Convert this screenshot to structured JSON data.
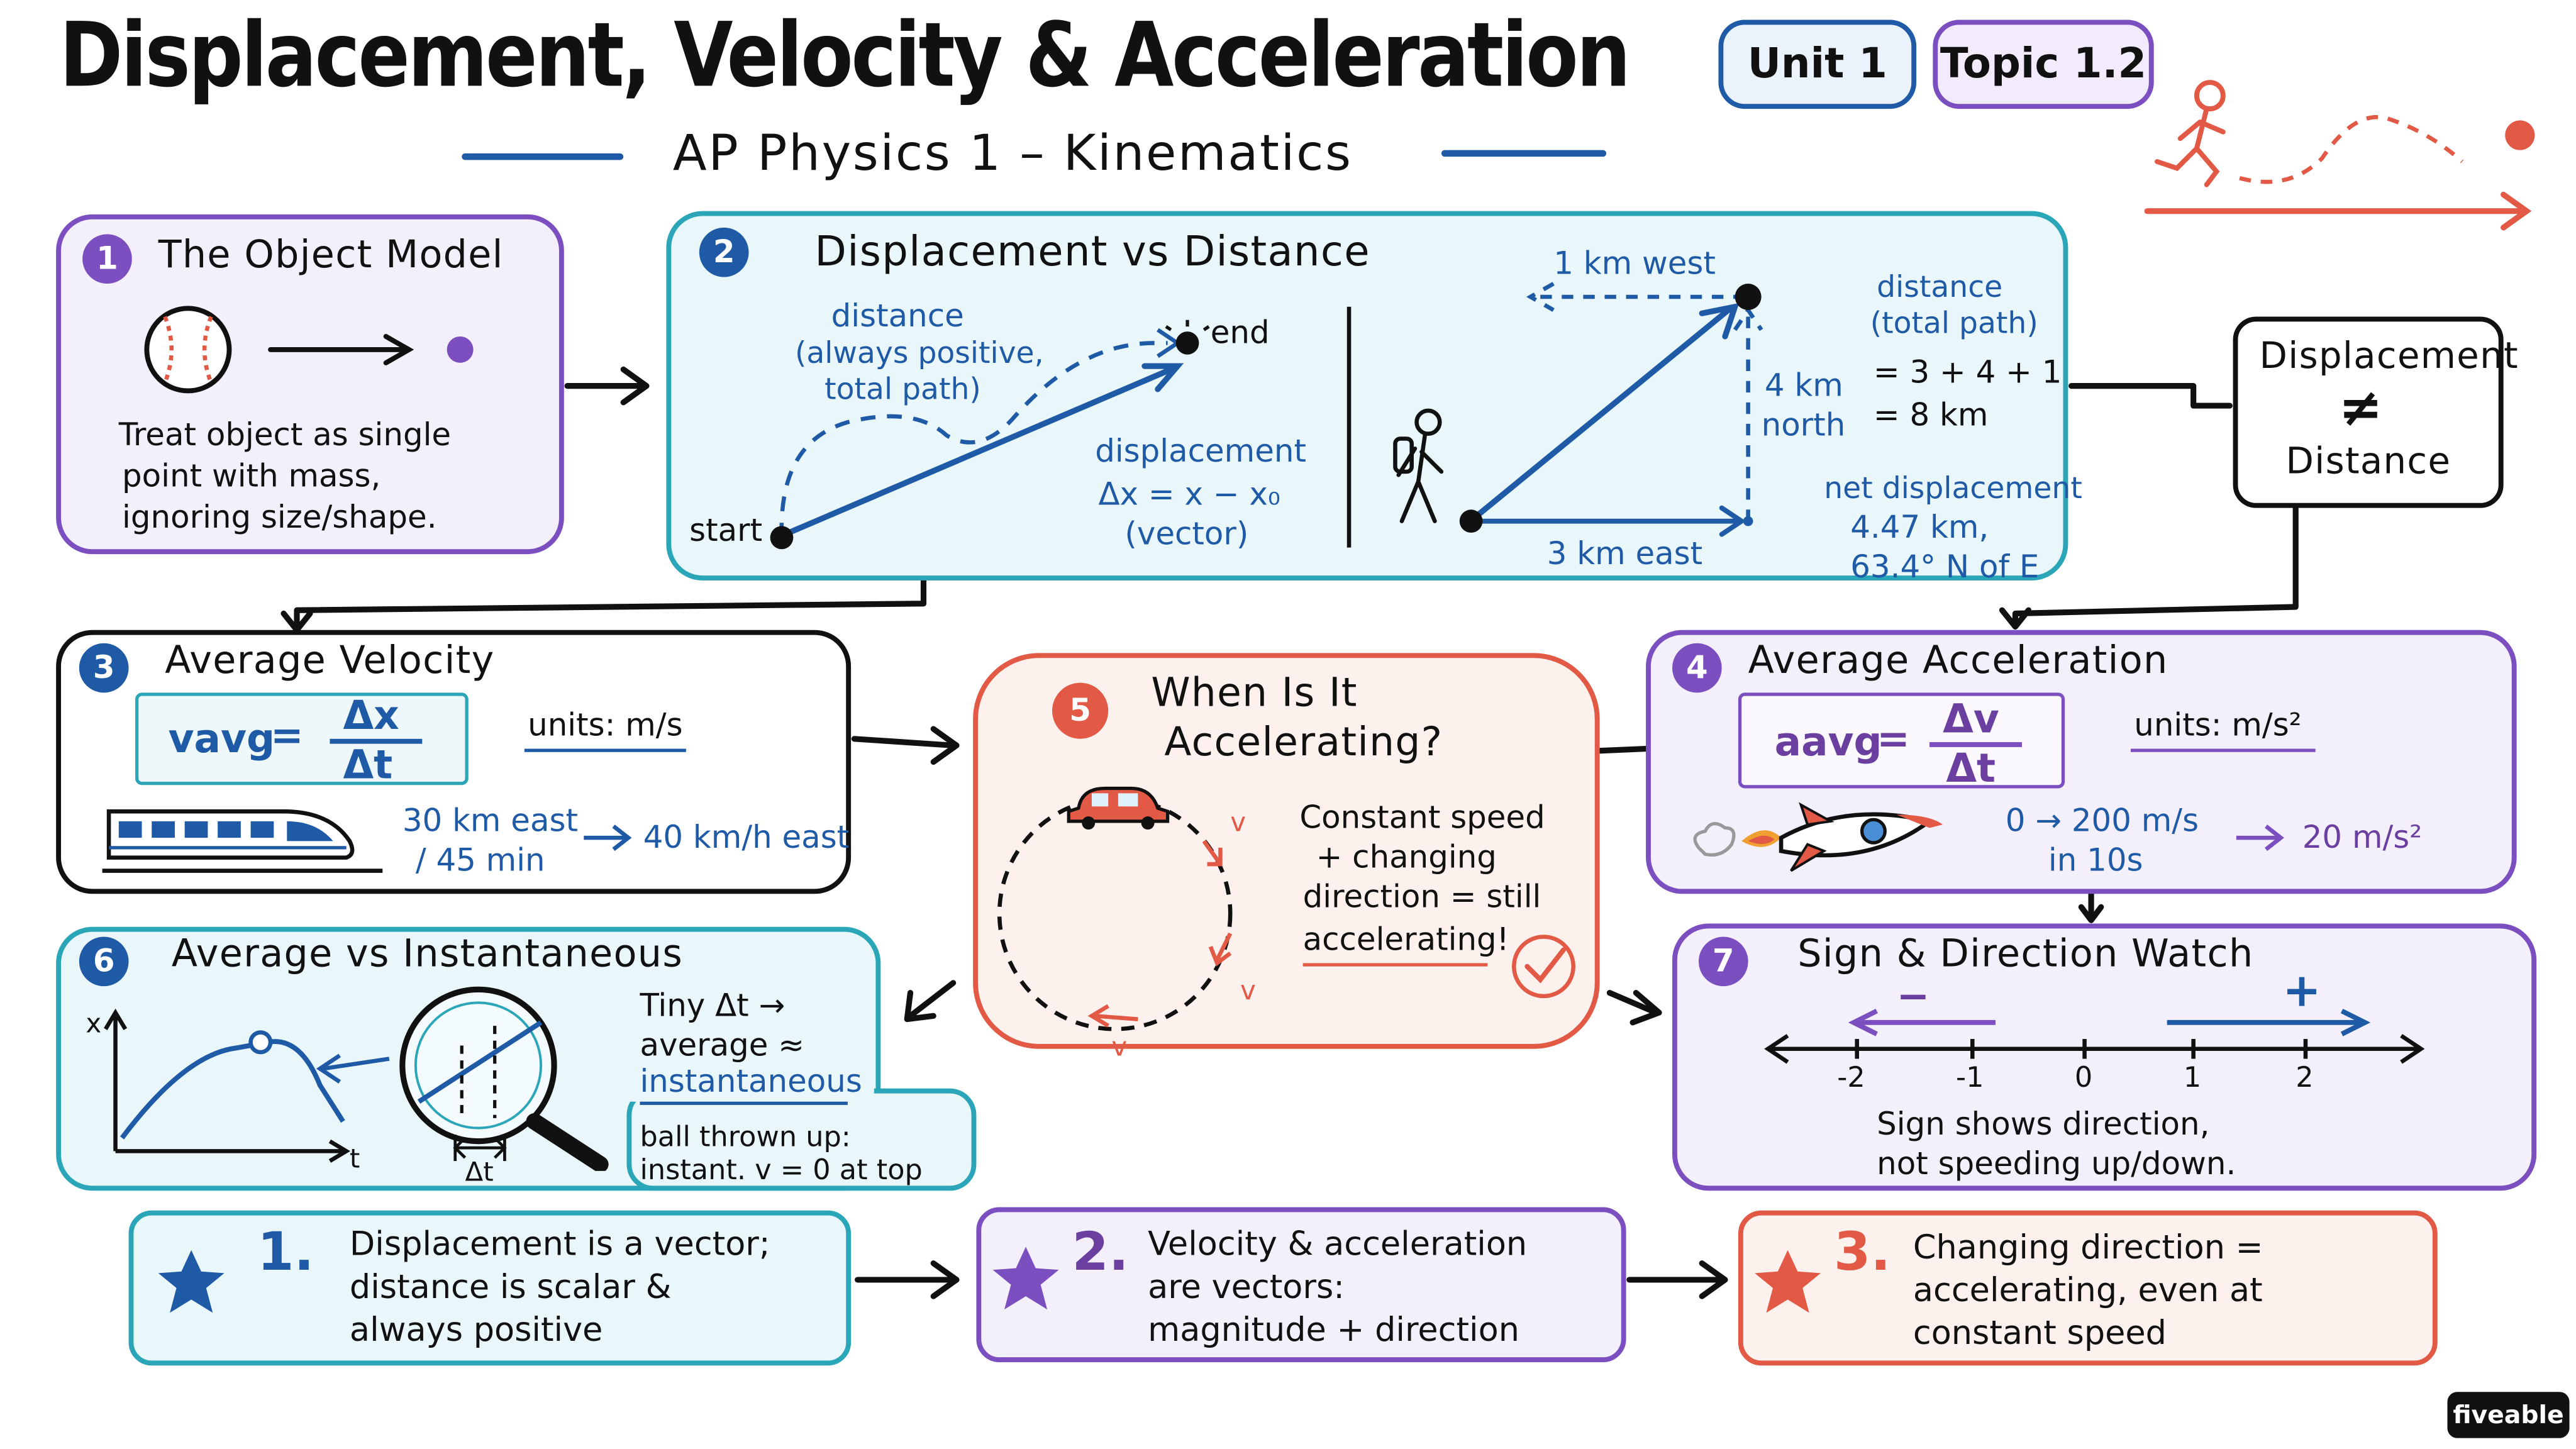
{
  "header": {
    "title": "Displacement, Velocity & Acceleration",
    "subtitle": "AP Physics 1 – Kinematics",
    "unit_pill": "Unit 1",
    "topic_pill": "Topic 1.2"
  },
  "box1": {
    "number": "1",
    "title": "The Object Model",
    "desc_lines": [
      "Treat object as single",
      "point with mass,",
      "ignoring size/shape."
    ]
  },
  "box2": {
    "number": "2",
    "title": "Displacement vs Distance",
    "distance_label": [
      "distance",
      "(always positive,",
      "total path)"
    ],
    "end_label": "end",
    "start_label": "start",
    "displacement_label": [
      "displacement",
      "Δx = x − x₀",
      "(vector)"
    ],
    "west_label": "1 km west",
    "north_label": [
      "4 km",
      "north"
    ],
    "east_label": "3 km east",
    "distance_calc": [
      "distance",
      "(total path)",
      "= 3 + 4 + 1",
      "= 8 km"
    ],
    "net_disp": [
      "net displacement",
      "4.47 km,",
      "63.4° N of E"
    ]
  },
  "side_note": {
    "line1": "Displacement",
    "symbol": "≠",
    "line2": "Distance"
  },
  "box3": {
    "number": "3",
    "title": "Average Velocity",
    "formula_lhs": "vavg",
    "formula_num": "Δx",
    "formula_den": "Δt",
    "units": "units: m/s",
    "example_lines": [
      "30 km east",
      "/ 45 min"
    ],
    "result": "40 km/h east"
  },
  "box4": {
    "number": "4",
    "title": "Average Acceleration",
    "formula_lhs": "aavg",
    "formula_num": "Δv",
    "formula_den": "Δt",
    "units": "units: m/s²",
    "example_lines": [
      "0 → 200 m/s",
      "in 10s"
    ],
    "result": "20 m/s²"
  },
  "box5": {
    "number": "5",
    "title_lines": [
      "When Is It",
      "Accelerating?"
    ],
    "v_label": "v",
    "desc_lines": [
      "Constant speed",
      "+ changing",
      "direction = still",
      "accelerating!"
    ]
  },
  "box6": {
    "number": "6",
    "title": "Average vs Instantaneous",
    "x_axis": "x",
    "t_axis": "t",
    "dt_label": "Δt",
    "note_lines": [
      "Tiny Δt →",
      "average ≈",
      "instantaneous"
    ],
    "ball_lines": [
      "ball thrown up:",
      "instant. v = 0 at top"
    ]
  },
  "box7": {
    "number": "7",
    "title": "Sign & Direction Watch",
    "minus": "−",
    "plus": "+",
    "ticks": [
      "-2",
      "-1",
      "0",
      "1",
      "2"
    ],
    "desc_lines": [
      "Sign shows direction,",
      "not speeding up/down."
    ]
  },
  "takeaways": [
    {
      "num": "1.",
      "lines": [
        "Displacement is a vector;",
        "distance is scalar &",
        "always positive"
      ]
    },
    {
      "num": "2.",
      "lines": [
        "Velocity & acceleration",
        "are vectors:",
        "magnitude + direction"
      ]
    },
    {
      "num": "3.",
      "lines": [
        "Changing direction =",
        "accelerating, even at",
        "constant speed"
      ]
    }
  ],
  "brand": "fiveable",
  "colors": {
    "blue": "#1f5aa6",
    "teal": "#2aa6b8",
    "purple": "#7b4fc0",
    "red": "#e25a45",
    "teal_bg": "#e9f7fa",
    "purple_bg": "#f3effb",
    "red_bg": "#fdf1ee"
  }
}
